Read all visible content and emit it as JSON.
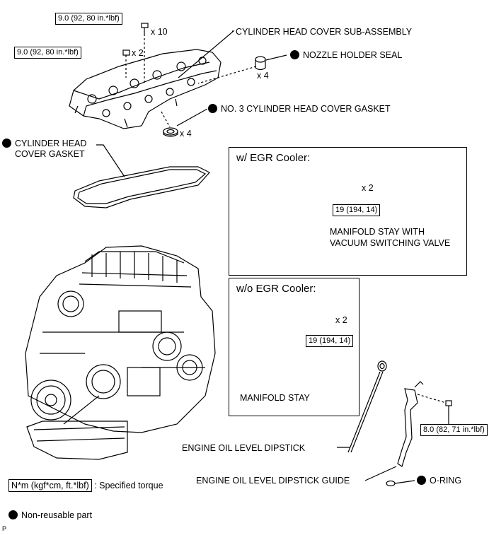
{
  "torque_specs": {
    "cover_bolt": "9.0 (92, 80 in.*lbf)",
    "cover_nut": "9.0 (92, 80 in.*lbf)",
    "egr_stay_bolt": "19 (194, 14)",
    "no_egr_stay_bolt": "19 (194, 14)",
    "dipstick_guide_bolt": "8.0 (82, 71 in.*lbf)"
  },
  "quantities": {
    "cover_bolt": "x 10",
    "cover_nut": "x 2",
    "nozzle_seal": "x 4",
    "no3_gasket": "x 4",
    "egr_bolt": "x 2",
    "no_egr_bolt": "x 2"
  },
  "parts": {
    "cover_subassembly": "CYLINDER HEAD COVER SUB-ASSEMBLY",
    "nozzle_seal": "NOZZLE HOLDER SEAL",
    "no3_gasket": "NO. 3 CYLINDER HEAD COVER GASKET",
    "cover_gasket_line1": "CYLINDER HEAD",
    "cover_gasket_line2": "COVER GASKET",
    "stay_valve_line1": "MANIFOLD STAY WITH",
    "stay_valve_line2": "VACUUM SWITCHING VALVE",
    "manifold_stay": "MANIFOLD STAY",
    "dipstick": "ENGINE OIL LEVEL DIPSTICK",
    "dipstick_guide": "ENGINE OIL LEVEL DIPSTICK GUIDE",
    "o_ring": "O-RING"
  },
  "panels": {
    "with_egr": "w/ EGR Cooler:",
    "without_egr": "w/o EGR Cooler:"
  },
  "legend": {
    "torque_box": "N*m (kgf*cm, ft.*lbf)",
    "torque_text": ": Specified torque",
    "non_reusable": "Non-reusable part"
  },
  "footer_code": "P"
}
